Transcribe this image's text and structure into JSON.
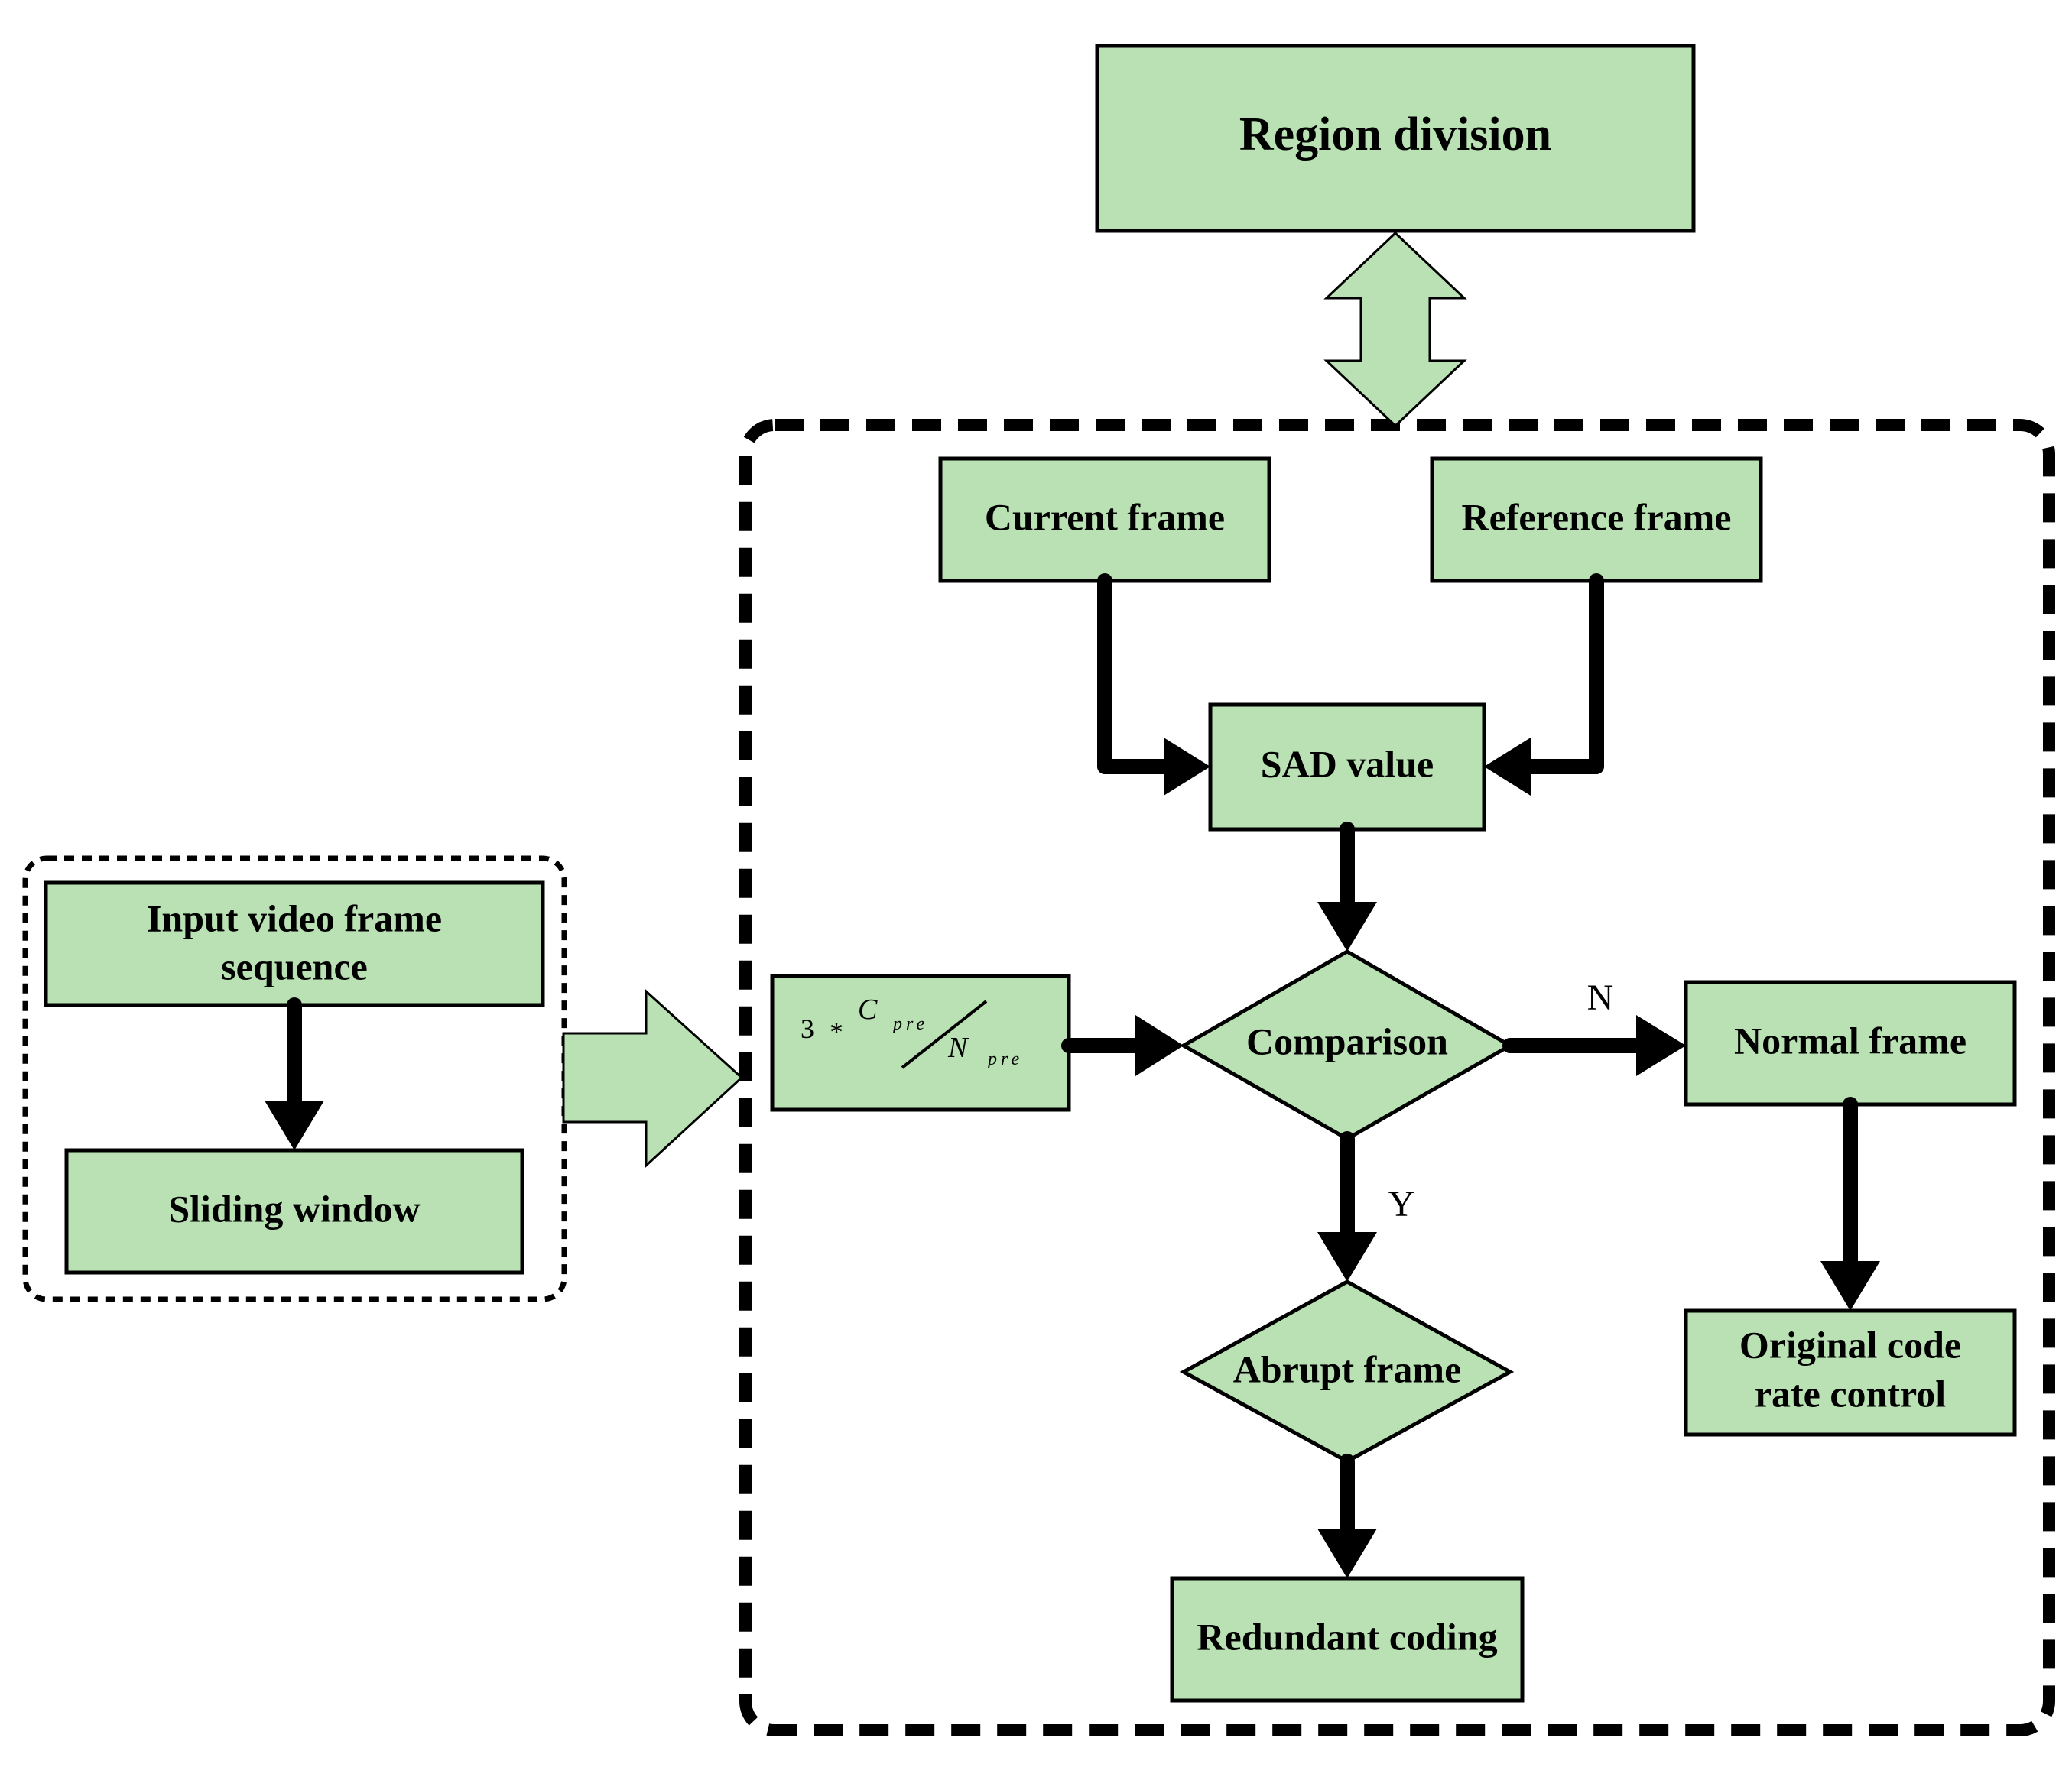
{
  "colors": {
    "box_fill": "#b9e1b3",
    "stroke": "#000000",
    "background": "#ffffff"
  },
  "nodes": {
    "region_division": "Region division",
    "current_frame": "Current frame",
    "reference_frame": "Reference frame",
    "sad_value": "SAD value",
    "input_sequence_line1": "Input video frame",
    "input_sequence_line2": "sequence",
    "sliding_window": "Sliding window",
    "comparison": "Comparison",
    "normal_frame": "Normal frame",
    "abrupt_frame": "Abrupt frame",
    "redundant_coding": "Redundant coding",
    "original_code_line1": "Original code",
    "original_code_line2": "rate control"
  },
  "threshold_formula": {
    "coefficient": "3",
    "operator": "*",
    "numerator": "C",
    "numerator_sub": "pre",
    "denominator": "N",
    "denominator_sub": "pre"
  },
  "edge_labels": {
    "no": "N",
    "yes": "Y"
  }
}
